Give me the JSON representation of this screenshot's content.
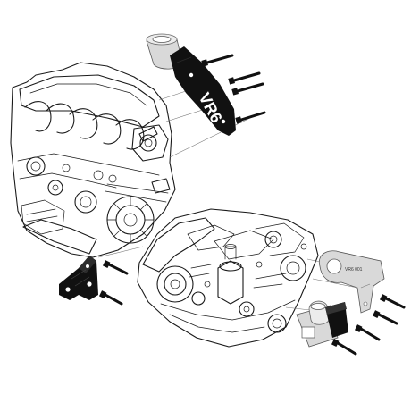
{
  "figure": {
    "bracket_engraving": "VR6",
    "bracket_rear_engraving": "VR6 001",
    "parts": [
      {
        "name": "engine-block"
      },
      {
        "name": "transmission"
      },
      {
        "name": "upper-engine-mount-bracket",
        "finish": "black"
      },
      {
        "name": "lower-front-mount-bracket",
        "finish": "black"
      },
      {
        "name": "rear-transmission-mount-bracket",
        "finish": "silver"
      },
      {
        "name": "rear-mount-bushing",
        "finish": "silver"
      },
      {
        "name": "mounting-bolts",
        "finish": "black"
      }
    ],
    "colors": {
      "line": "#1a1a1a",
      "bracket_black": "#111111",
      "aluminum": "#d9d9d9",
      "background": "#ffffff"
    }
  }
}
